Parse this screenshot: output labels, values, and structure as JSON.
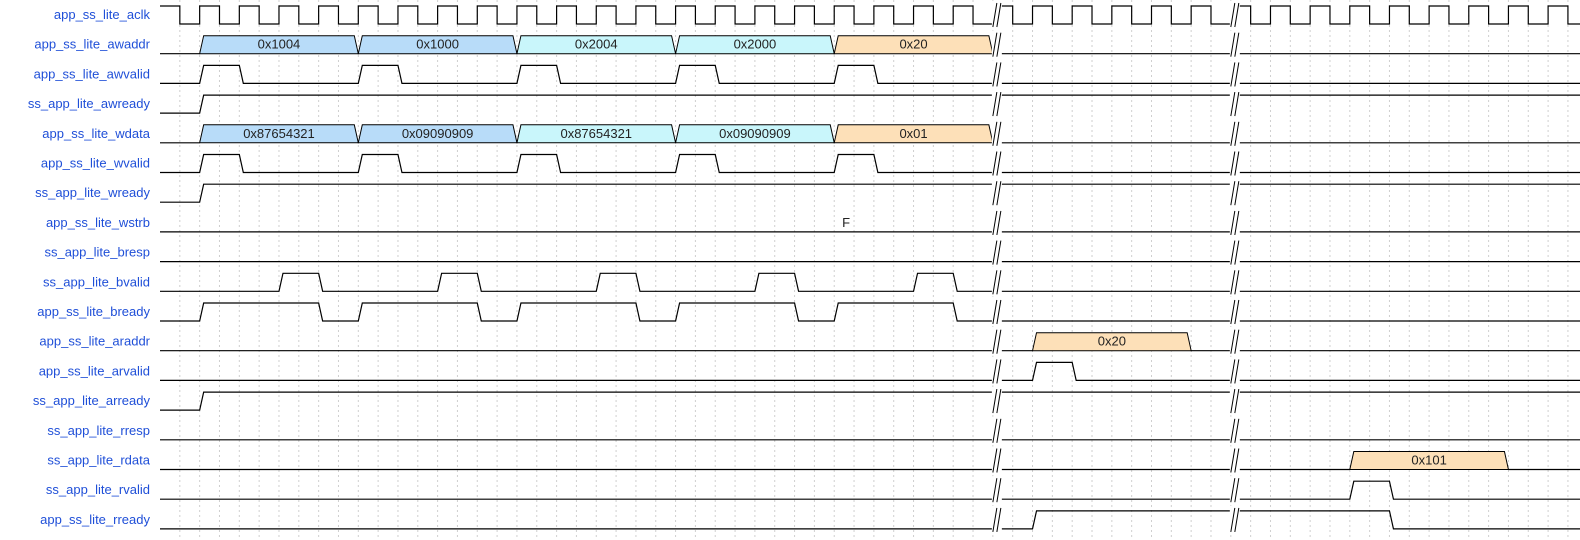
{
  "timing_diagram": {
    "clock": {
      "name": "app_ss_lite_aclk",
      "cycles": 36
    },
    "gaps_after_cycle": [
      21,
      27
    ],
    "colors": {
      "label": "#1f4fd8",
      "blue": "#b8dcf9",
      "cyan": "#c9f6fb",
      "orange": "#fde0b8",
      "line": "#000000"
    },
    "signals": [
      {
        "id": "awaddr",
        "name": "app_ss_lite_awaddr",
        "type": "bus",
        "segments": [
          {
            "start": 1,
            "end": 5,
            "value": "0x1004",
            "color": "blue"
          },
          {
            "start": 5,
            "end": 9,
            "value": "0x1000",
            "color": "blue"
          },
          {
            "start": 9,
            "end": 13,
            "value": "0x2004",
            "color": "cyan"
          },
          {
            "start": 13,
            "end": 17,
            "value": "0x2000",
            "color": "cyan"
          },
          {
            "start": 17,
            "end": 21,
            "value": "0x20",
            "color": "orange"
          }
        ]
      },
      {
        "id": "awvalid",
        "name": "app_ss_lite_awvalid",
        "type": "bit",
        "init": 0,
        "toggles": [
          1,
          2,
          5,
          6,
          9,
          10,
          13,
          14,
          17,
          18
        ]
      },
      {
        "id": "awready",
        "name": "ss_app_lite_awready",
        "type": "bit",
        "init": 0,
        "toggles": [
          1
        ]
      },
      {
        "id": "wdata",
        "name": "app_ss_lite_wdata",
        "type": "bus",
        "segments": [
          {
            "start": 1,
            "end": 5,
            "value": "0x87654321",
            "color": "blue"
          },
          {
            "start": 5,
            "end": 9,
            "value": "0x09090909",
            "color": "blue"
          },
          {
            "start": 9,
            "end": 13,
            "value": "0x87654321",
            "color": "cyan"
          },
          {
            "start": 13,
            "end": 17,
            "value": "0x09090909",
            "color": "cyan"
          },
          {
            "start": 17,
            "end": 21,
            "value": "0x01",
            "color": "orange"
          }
        ]
      },
      {
        "id": "wvalid",
        "name": "app_ss_lite_wvalid",
        "type": "bit",
        "init": 0,
        "toggles": [
          1,
          2,
          5,
          6,
          9,
          10,
          13,
          14,
          17,
          18
        ]
      },
      {
        "id": "wready",
        "name": "ss_app_lite_wready",
        "type": "bit",
        "init": 0,
        "toggles": [
          1
        ]
      },
      {
        "id": "wstrb",
        "name": "app_ss_lite_wstrb",
        "type": "const",
        "value": "F"
      },
      {
        "id": "bresp",
        "name": "ss_app_lite_bresp",
        "type": "bit",
        "init": 0,
        "toggles": []
      },
      {
        "id": "bvalid",
        "name": "ss_app_lite_bvalid",
        "type": "bit",
        "init": 0,
        "toggles": [
          3,
          4,
          7,
          8,
          11,
          12,
          15,
          16,
          19,
          20
        ]
      },
      {
        "id": "bready",
        "name": "app_ss_lite_bready",
        "type": "bit",
        "init": 0,
        "toggles": [
          1,
          4,
          5,
          8,
          9,
          12,
          13,
          16,
          17,
          20
        ]
      },
      {
        "id": "araddr",
        "name": "app_ss_lite_araddr",
        "type": "bus",
        "segments": [
          {
            "start": 22,
            "end": 26,
            "value": "0x20",
            "color": "orange"
          }
        ]
      },
      {
        "id": "arvalid",
        "name": "app_ss_lite_arvalid",
        "type": "bit",
        "init": 0,
        "toggles": [
          22,
          23
        ]
      },
      {
        "id": "arready",
        "name": "ss_app_lite_arready",
        "type": "bit",
        "init": 0,
        "toggles": [
          1
        ]
      },
      {
        "id": "rresp",
        "name": "ss_app_lite_rresp",
        "type": "bit",
        "init": 0,
        "toggles": []
      },
      {
        "id": "rdata",
        "name": "ss_app_lite_rdata",
        "type": "bus",
        "segments": [
          {
            "start": 30,
            "end": 34,
            "value": "0x101",
            "color": "orange"
          }
        ]
      },
      {
        "id": "rvalid",
        "name": "ss_app_lite_rvalid",
        "type": "bit",
        "init": 0,
        "toggles": [
          30,
          31
        ]
      },
      {
        "id": "rready",
        "name": "app_ss_lite_rready",
        "type": "bit",
        "init": 0,
        "toggles": [
          22,
          31
        ]
      }
    ]
  }
}
